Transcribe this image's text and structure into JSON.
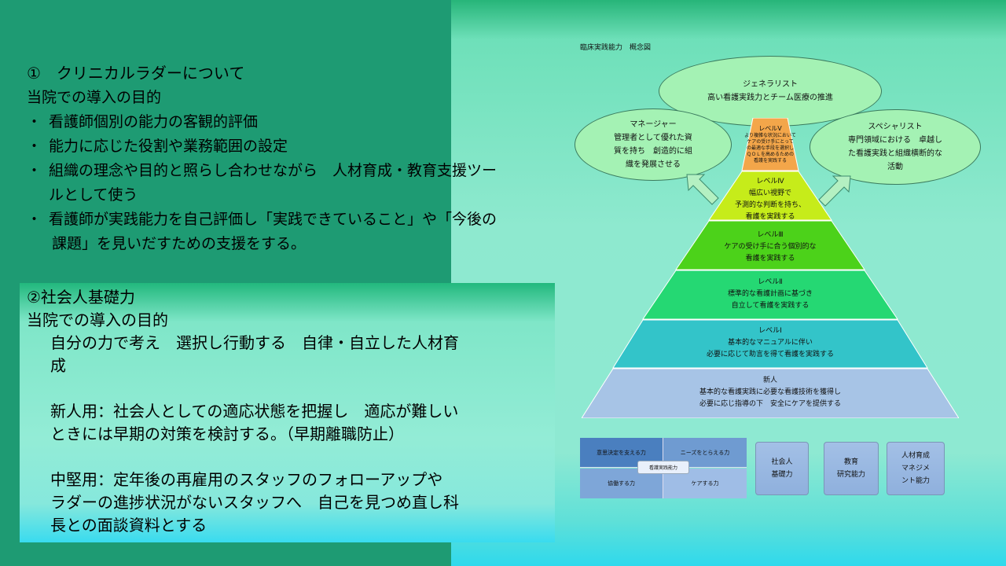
{
  "section1": {
    "heading": "①　クリニカルラダーについて",
    "purpose": "当院での導入の目的",
    "bullets": [
      "看護師個別の能力の客観的評価",
      "能力に応じた役割や業務範囲の設定",
      "組織の理念や目的と照らし合わせながら　人材育成・教育支援ツー",
      "ルとして使う",
      "看護師が実践能力を自己評価し「実践できていること」や「今後の",
      "課題」を見いだすための支援をする。"
    ],
    "bullet_mark": "・"
  },
  "section2": {
    "heading": "②社会人基礎力",
    "purpose": "当院での導入の目的",
    "line1": "自分の力で考え　選択し行動する　自律・自立した人材育",
    "line1b": "成",
    "line2": "新人用：社会人としての適応状態を把握し　適応が難しい",
    "line2b": "ときには早期の対策を検討する。（早期離職防止）",
    "line3": "中堅用：定年後の再雇用のスタッフのフォローアップや",
    "line3b": "ラダーの進捗状況がないスタッフへ　自己を見つめ直し科",
    "line3c": "長との面談資料とする"
  },
  "diagram": {
    "title": "臨床実践能力　概念図",
    "generalist": {
      "title": "ジェネラリスト",
      "desc": "高い看護実践力とチーム医療の推進"
    },
    "manager": {
      "title": "マネージャー",
      "l1": "管理者として優れた資",
      "l2": "質を持ち　創造的に組",
      "l3": "織を発展させる"
    },
    "specialist": {
      "title": "スペシャリスト",
      "l1": "専門領域における　卓越し",
      "l2": "た看護実践と組織横断的な",
      "l3": "活動"
    },
    "level5": {
      "title": "レベルⅤ",
      "l1": "より複雑な状況において",
      "l2": "ケアの受け手にとって",
      "l3": "の最適な手段を選択し",
      "l4": "ＱＯＬを高めるための",
      "l5": "看護を実践する"
    },
    "level4": {
      "title": "レベルⅣ",
      "l1": "幅広い視野で",
      "l2": "予測的な判断を持ち、",
      "l3": "看護を実践する"
    },
    "level3": {
      "title": "レベルⅢ",
      "l1": "ケアの受け手に合う個別的な",
      "l2": "看護を実践する"
    },
    "level2": {
      "title": "レベルⅡ",
      "l1": "標準的な看護計画に基づき",
      "l2": "自立して看護を実践する"
    },
    "level1": {
      "title": "レベルⅠ",
      "l1": "基本的なマニュアルに伴い",
      "l2": "必要に応じて助言を得て看護を実践する"
    },
    "newbie": {
      "title": "新人",
      "l1": "基本的な看護実践に必要な看護技術を獲得し",
      "l2": "必要に応じ指導の下　安全にケアを提供する"
    },
    "quad": {
      "tl": "意思決定を支える力",
      "tr": "ニーズをとらえる力",
      "bl": "協働する力",
      "br": "ケアする力",
      "center": "看護実践能力"
    },
    "blocks": [
      {
        "l1": "社会人",
        "l2": "基礎力"
      },
      {
        "l1": "教育",
        "l2": "研究能力"
      },
      {
        "l1": "人材育成",
        "l2": "マネジメ",
        "l3": "ント能力"
      }
    ]
  },
  "colors": {
    "left_panel": "#1e9b73",
    "level5": "#f3a64a",
    "level4": "#c6ec1a",
    "level3": "#4cd21a",
    "level2": "#25d873",
    "level1": "#33c4c9",
    "newbie": "#a7c4e6",
    "ellipse": "#a4f2b4"
  }
}
